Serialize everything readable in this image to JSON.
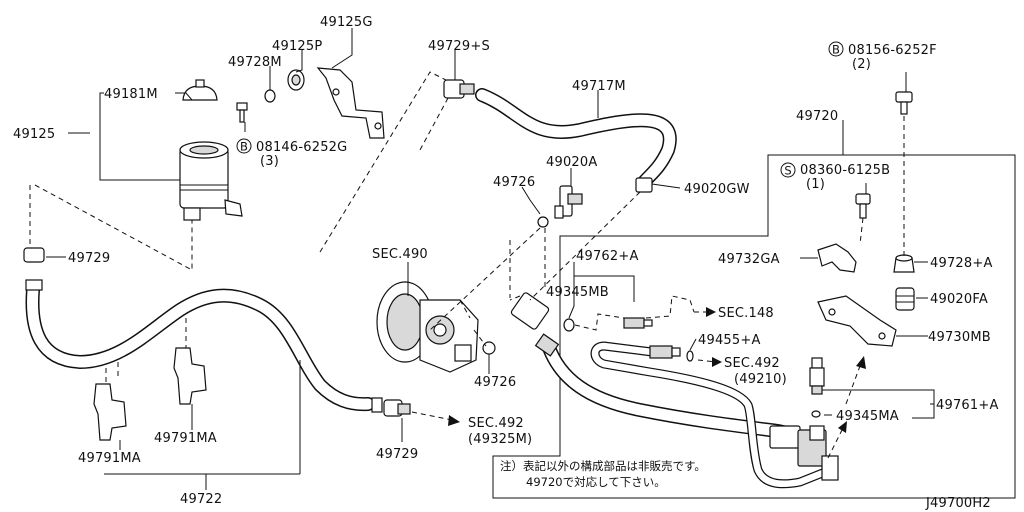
{
  "diagram_id": "J49700H2",
  "labels": {
    "p49181M": "49181M",
    "p49125": "49125",
    "p49125G": "49125G",
    "p49125P": "49125P",
    "p49728M": "49728M",
    "bolt1": "08146-6252G",
    "bolt1_qty": "(3)",
    "p49729_top": "49729+S",
    "p49717M": "49717M",
    "p49720": "49720",
    "bolt2": "08156-6252F",
    "bolt2_qty": "(2)",
    "bolt3": "08360-6125B",
    "bolt3_qty": "(1)",
    "p49020A": "49020A",
    "p49726_top": "49726",
    "p49020GW": "49020GW",
    "p49729_left": "49729",
    "sec490": "SEC.490",
    "p49762A": "49762+A",
    "p49345MB": "49345MB",
    "sec148": "SEC.148",
    "p49732GA": "49732GA",
    "p49728A": "49728+A",
    "p49020FA": "49020FA",
    "p49730MB": "49730MB",
    "p49455A": "49455+A",
    "sec492_right": "SEC.492",
    "sec492_right_sub": "(49210)",
    "p49726_bottom": "49726",
    "p49761A": "49761+A",
    "p49345MA": "49345MA",
    "p49791MA_a": "49791MA",
    "p49791MA_b": "49791MA",
    "sec492_left": "SEC.492",
    "sec492_left_sub": "(49325M)",
    "p49729_bottom": "49729",
    "p49722": "49722",
    "note_line1": "注）表記以外の構成部品は非販売です。",
    "note_line2": "49720で対応して下さい。",
    "circle_b": "B",
    "circle_s": "S"
  }
}
